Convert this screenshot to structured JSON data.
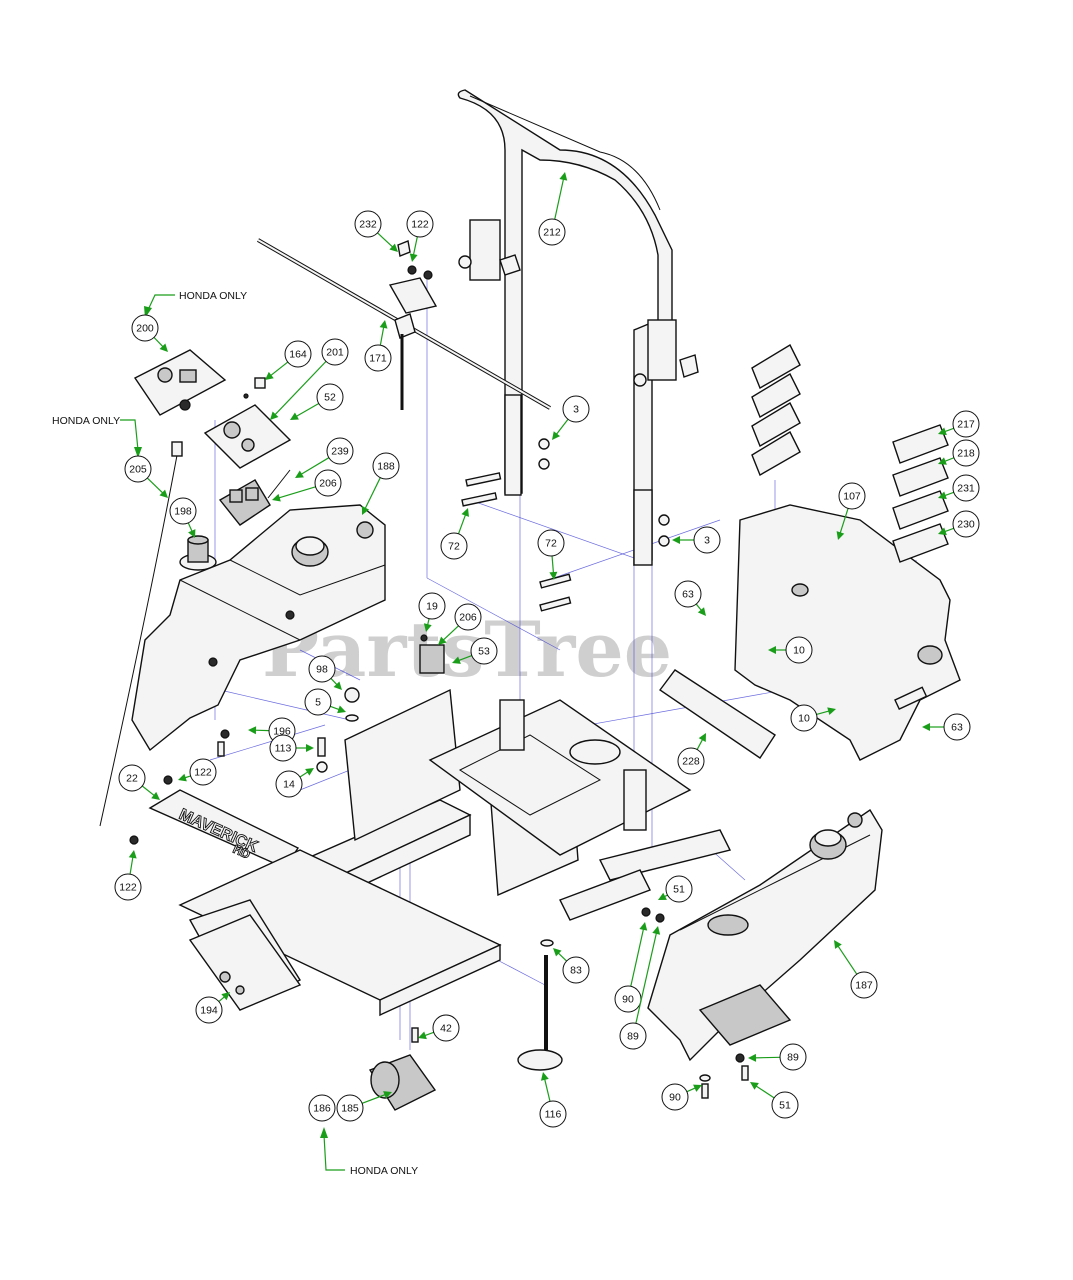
{
  "watermark": "PartsTree",
  "frame_brand": {
    "line1": "MAVERICK",
    "line2": "HD"
  },
  "notes": {
    "honda_only_top": "HONDA ONLY",
    "honda_only_left": "HONDA ONLY",
    "honda_only_bottom": "HONDA ONLY"
  },
  "callouts": [
    {
      "id": "c232",
      "label": "232"
    },
    {
      "id": "c122a",
      "label": "122"
    },
    {
      "id": "c212",
      "label": "212"
    },
    {
      "id": "c200",
      "label": "200"
    },
    {
      "id": "c164",
      "label": "164"
    },
    {
      "id": "c201",
      "label": "201"
    },
    {
      "id": "c171",
      "label": "171"
    },
    {
      "id": "c52",
      "label": "52"
    },
    {
      "id": "c3a",
      "label": "3"
    },
    {
      "id": "c205",
      "label": "205"
    },
    {
      "id": "c239",
      "label": "239"
    },
    {
      "id": "c188",
      "label": "188"
    },
    {
      "id": "c206a",
      "label": "206"
    },
    {
      "id": "c198",
      "label": "198"
    },
    {
      "id": "c72a",
      "label": "72"
    },
    {
      "id": "c72b",
      "label": "72"
    },
    {
      "id": "c3b",
      "label": "3"
    },
    {
      "id": "c217",
      "label": "217"
    },
    {
      "id": "c218",
      "label": "218"
    },
    {
      "id": "c107",
      "label": "107"
    },
    {
      "id": "c231",
      "label": "231"
    },
    {
      "id": "c230",
      "label": "230"
    },
    {
      "id": "c19",
      "label": "19"
    },
    {
      "id": "c206b",
      "label": "206"
    },
    {
      "id": "c63a",
      "label": "63"
    },
    {
      "id": "c53",
      "label": "53"
    },
    {
      "id": "c10a",
      "label": "10"
    },
    {
      "id": "c98",
      "label": "98"
    },
    {
      "id": "c5",
      "label": "5"
    },
    {
      "id": "c10b",
      "label": "10"
    },
    {
      "id": "c63b",
      "label": "63"
    },
    {
      "id": "c196",
      "label": "196"
    },
    {
      "id": "c228",
      "label": "228"
    },
    {
      "id": "c22",
      "label": "22"
    },
    {
      "id": "c122b",
      "label": "122"
    },
    {
      "id": "c113",
      "label": "113"
    },
    {
      "id": "c14",
      "label": "14"
    },
    {
      "id": "c122c",
      "label": "122"
    },
    {
      "id": "c51a",
      "label": "51"
    },
    {
      "id": "c83",
      "label": "83"
    },
    {
      "id": "c187",
      "label": "187"
    },
    {
      "id": "c90a",
      "label": "90"
    },
    {
      "id": "c89a",
      "label": "89"
    },
    {
      "id": "c194",
      "label": "194"
    },
    {
      "id": "c42",
      "label": "42"
    },
    {
      "id": "c89b",
      "label": "89"
    },
    {
      "id": "c186",
      "label": "186"
    },
    {
      "id": "c185",
      "label": "185"
    },
    {
      "id": "c116",
      "label": "116"
    },
    {
      "id": "c90b",
      "label": "90"
    },
    {
      "id": "c51b",
      "label": "51"
    }
  ]
}
